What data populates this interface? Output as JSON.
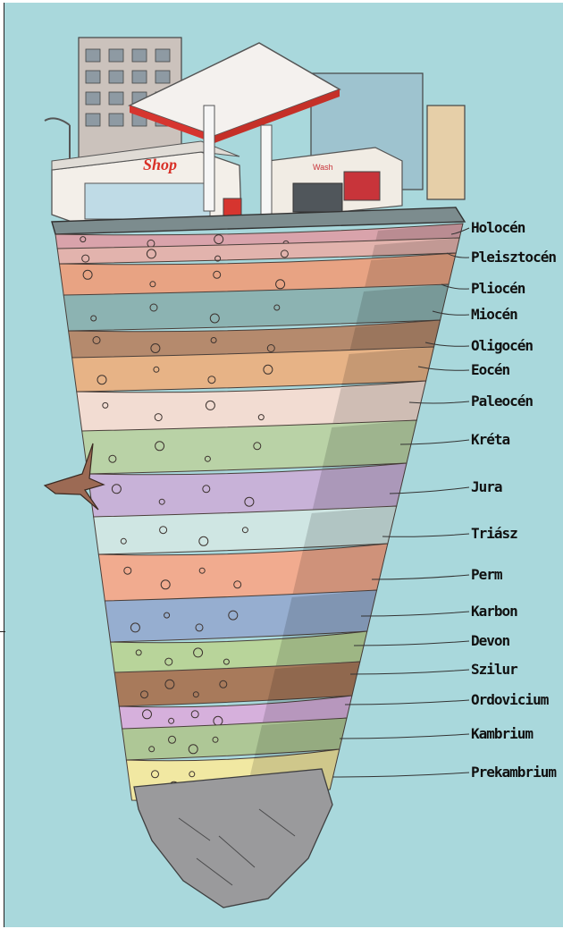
{
  "diagram": {
    "layers": [
      {
        "name": "Holocén",
        "color": "#d9a3ab"
      },
      {
        "name": "Pleisztocén",
        "color": "#e2b3ad"
      },
      {
        "name": "Pliocén",
        "color": "#e8a383"
      },
      {
        "name": "Miocén",
        "color": "#8cb3b2"
      },
      {
        "name": "Oligocén",
        "color": "#b58a6d"
      },
      {
        "name": "Eocén",
        "color": "#e7b386"
      },
      {
        "name": "Paleocén",
        "color": "#f2dcd2"
      },
      {
        "name": "Kréta",
        "color": "#b9d2a6"
      },
      {
        "name": "Jura",
        "color": "#c8b2d8"
      },
      {
        "name": "Triász",
        "color": "#cfe6e3"
      },
      {
        "name": "Perm",
        "color": "#f1ab8f"
      },
      {
        "name": "Karbon",
        "color": "#96aed0"
      },
      {
        "name": "Devon",
        "color": "#b8d49a"
      },
      {
        "name": "Szilur",
        "color": "#a87a5b"
      },
      {
        "name": "Ordovicium",
        "color": "#d6b0dc"
      },
      {
        "name": "Kambrium",
        "color": "#aec796"
      },
      {
        "name": "Prekambrium",
        "color": "#f1e8a2"
      }
    ],
    "shop_sign": "Shop",
    "wash_sign": "Wash",
    "colors": {
      "background": "#a9d8dc",
      "bedrock": "#9a9a9c",
      "leader": "#333333"
    }
  }
}
